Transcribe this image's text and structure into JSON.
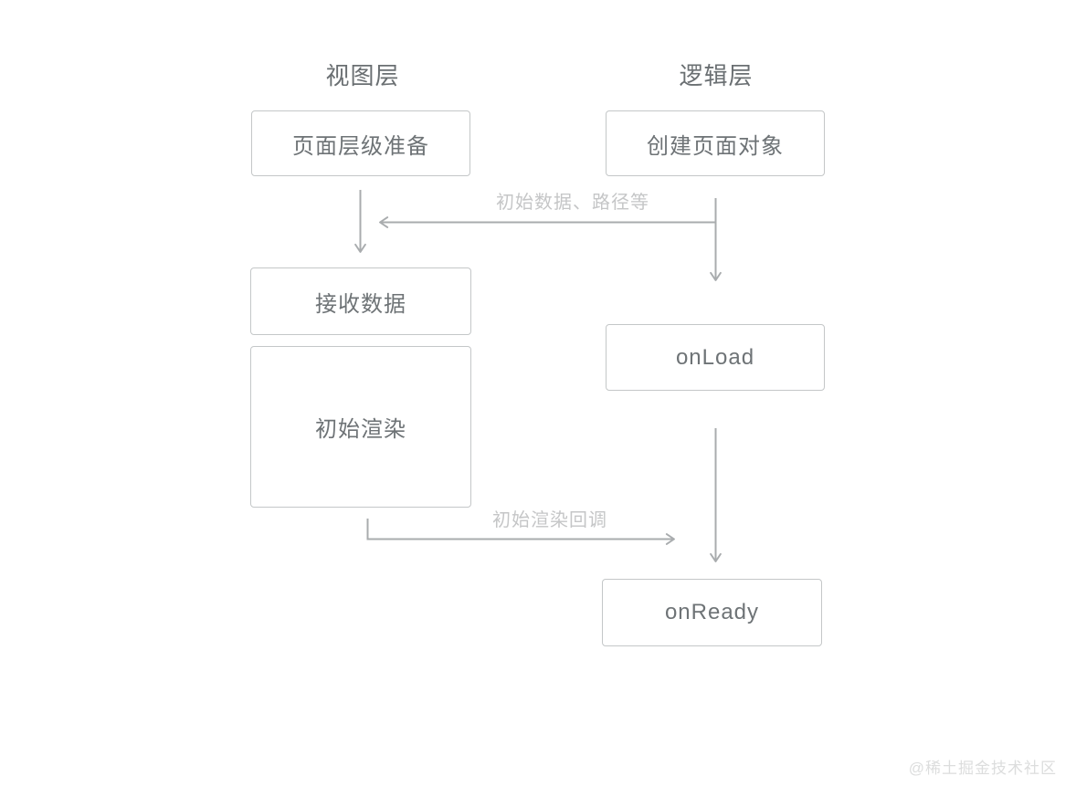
{
  "columns": [
    {
      "label": "视图层"
    },
    {
      "label": "逻辑层"
    }
  ],
  "nodes": {
    "prepare": {
      "label": "页面层级准备",
      "column": "视图层"
    },
    "create": {
      "label": "创建页面对象",
      "column": "逻辑层"
    },
    "receive": {
      "label": "接收数据",
      "column": "视图层"
    },
    "render": {
      "label": "初始渲染",
      "column": "视图层"
    },
    "onload": {
      "label": "onLoad",
      "column": "逻辑层"
    },
    "onready": {
      "label": "onReady",
      "column": "逻辑层"
    }
  },
  "edges": {
    "init_data": {
      "label": "初始数据、路径等",
      "from": "创建页面对象",
      "to": "接收数据"
    },
    "create_to_onload": {
      "label": "",
      "from": "创建页面对象",
      "to": "onLoad"
    },
    "prepare_to_receive": {
      "label": "",
      "from": "页面层级准备",
      "to": "接收数据"
    },
    "render_callback": {
      "label": "初始渲染回调",
      "from": "初始渲染",
      "to": "onReady"
    },
    "onload_to_onready": {
      "label": "",
      "from": "onLoad",
      "to": "onReady"
    }
  },
  "watermark": {
    "label": "@稀土掘金技术社区"
  },
  "colors": {
    "background": "#ffffff",
    "box_border": "#c4c7c8",
    "box_text": "#6e7376",
    "header_text": "#6a6f72",
    "arrow": "#a9acae",
    "edge_label_text": "#c5c6c7",
    "watermark_text": "#dcdddd"
  }
}
